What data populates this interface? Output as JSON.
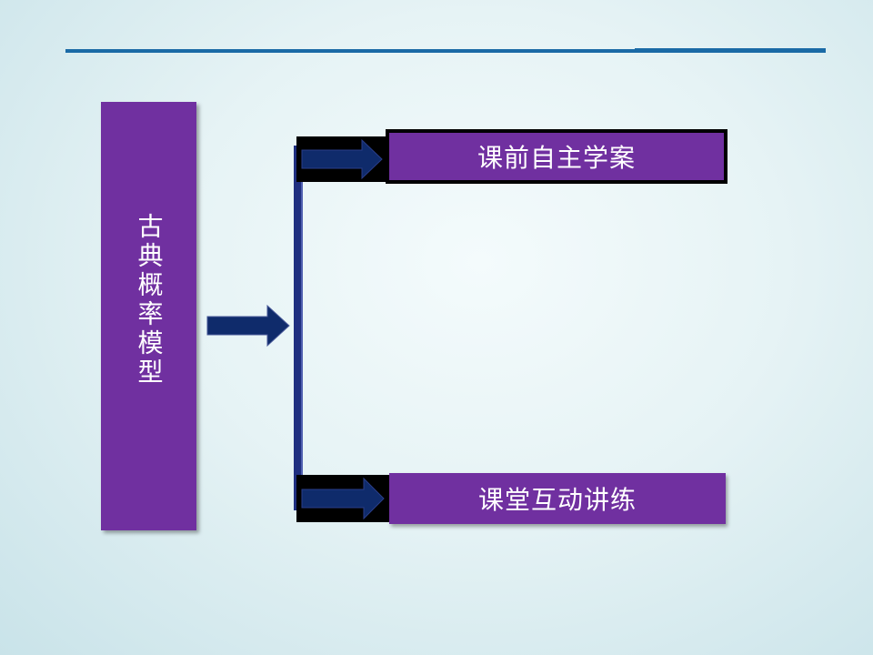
{
  "diagram": {
    "main_topic": "古典概率模型",
    "branches": [
      {
        "label": "课前自主学案"
      },
      {
        "label": "课堂互动讲练"
      }
    ]
  },
  "colors": {
    "box_fill": "#7030a0",
    "arrow_fill": "#0f2b6b",
    "rule": "#1a6aa6",
    "background": "#e6f3f5"
  }
}
